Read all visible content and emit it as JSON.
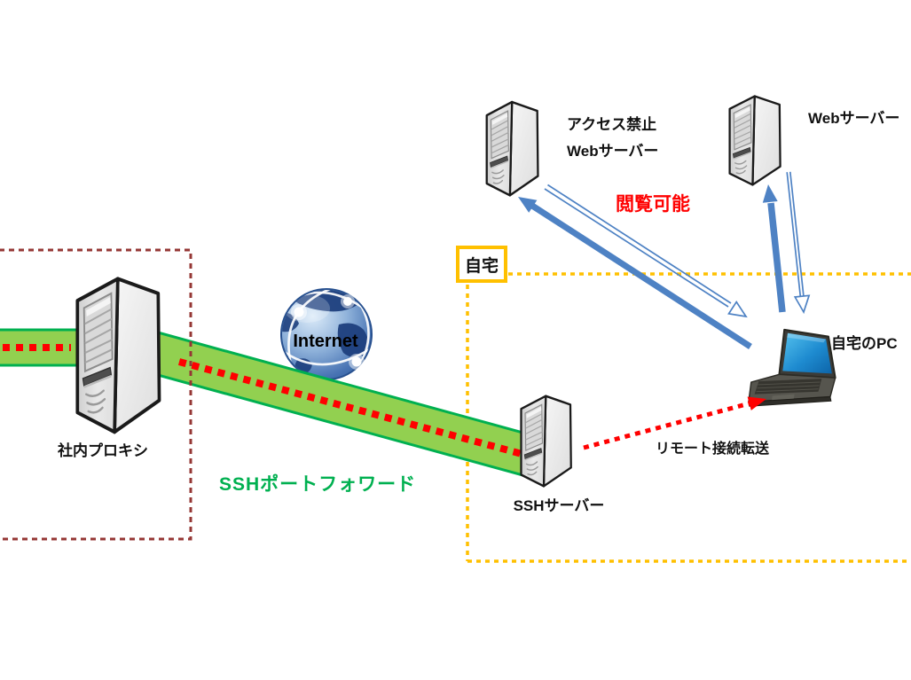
{
  "zones": {
    "home": {
      "label": "自宅"
    },
    "company": {
      "border_style": "dark-red-dashed"
    }
  },
  "nodes": {
    "company_proxy": {
      "label": "社内プロキシ",
      "type": "server-tower"
    },
    "internet": {
      "label": "Internet",
      "type": "globe"
    },
    "ssh_server": {
      "label": "SSHサーバー",
      "type": "server-tower"
    },
    "blocked_web_server": {
      "label_line1": "アクセス禁止",
      "label_line2": "Webサーバー",
      "type": "server-tower"
    },
    "web_server": {
      "label": "Webサーバー",
      "type": "server-tower"
    },
    "home_pc": {
      "label": "自宅のPC",
      "type": "laptop"
    }
  },
  "annotations": {
    "browse_allowed": "閲覧可能",
    "remote_forward": "リモート接続転送",
    "ssh_port_forward": "SSHポートフォワード"
  },
  "edges": [
    {
      "from": "home_pc",
      "to": "blocked_web_server",
      "style": "blue-solid-arrow"
    },
    {
      "from": "blocked_web_server",
      "to": "home_pc",
      "style": "blue-outline-arrow"
    },
    {
      "from": "home_pc",
      "to": "web_server",
      "style": "blue-solid-arrow"
    },
    {
      "from": "web_server",
      "to": "home_pc",
      "style": "blue-outline-arrow"
    },
    {
      "from": "ssh_server",
      "to": "home_pc",
      "style": "red-dotted-arrow"
    },
    {
      "from": "company_proxy",
      "to": "ssh_server",
      "via": "internet",
      "style": "green-tunnel-with-red-dotted-line"
    }
  ],
  "colors": {
    "band_green": "#92D050",
    "band_edge_green": "#00B050",
    "tunnel_red": "#FF0000",
    "company_border": "#953735",
    "home_border": "#FFC000",
    "arrow_blue": "#4E82C4",
    "text_green": "#00B050",
    "text_red": "#FF0000",
    "laptop_screen_blue": "#1E8BD0",
    "globe_blue": "#2F5E9E"
  }
}
